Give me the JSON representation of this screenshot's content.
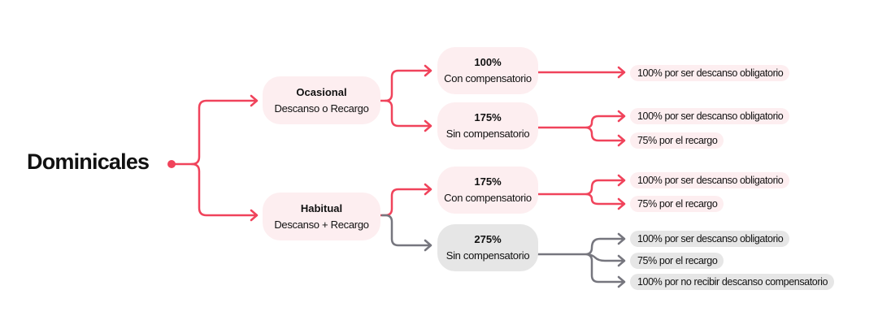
{
  "title": "Dominicales",
  "colors": {
    "accent": "#f0435b",
    "gray_line": "#76767e",
    "pink_fill": "#fdeef0",
    "gray_fill": "#e6e6e6"
  },
  "branches": [
    {
      "title": "Ocasional",
      "subtitle": "Descanso o Recargo",
      "options": [
        {
          "percent": "100%",
          "label": "Con compensatorio",
          "items": [
            "100% por ser descanso obligatorio"
          ]
        },
        {
          "percent": "175%",
          "label": "Sin compensatorio",
          "items": [
            "100% por ser descanso obligatorio",
            "75% por el recargo"
          ]
        }
      ]
    },
    {
      "title": "Habitual",
      "subtitle": "Descanso + Recargo",
      "options": [
        {
          "percent": "175%",
          "label": "Con compensatorio",
          "items": [
            "100% por ser descanso obligatorio",
            "75% por el recargo"
          ]
        },
        {
          "percent": "275%",
          "label": "Sin compensatorio",
          "items": [
            "100% por ser descanso obligatorio",
            "75% por el recargo",
            "100% por no recibir descanso compensatorio"
          ]
        }
      ]
    }
  ]
}
